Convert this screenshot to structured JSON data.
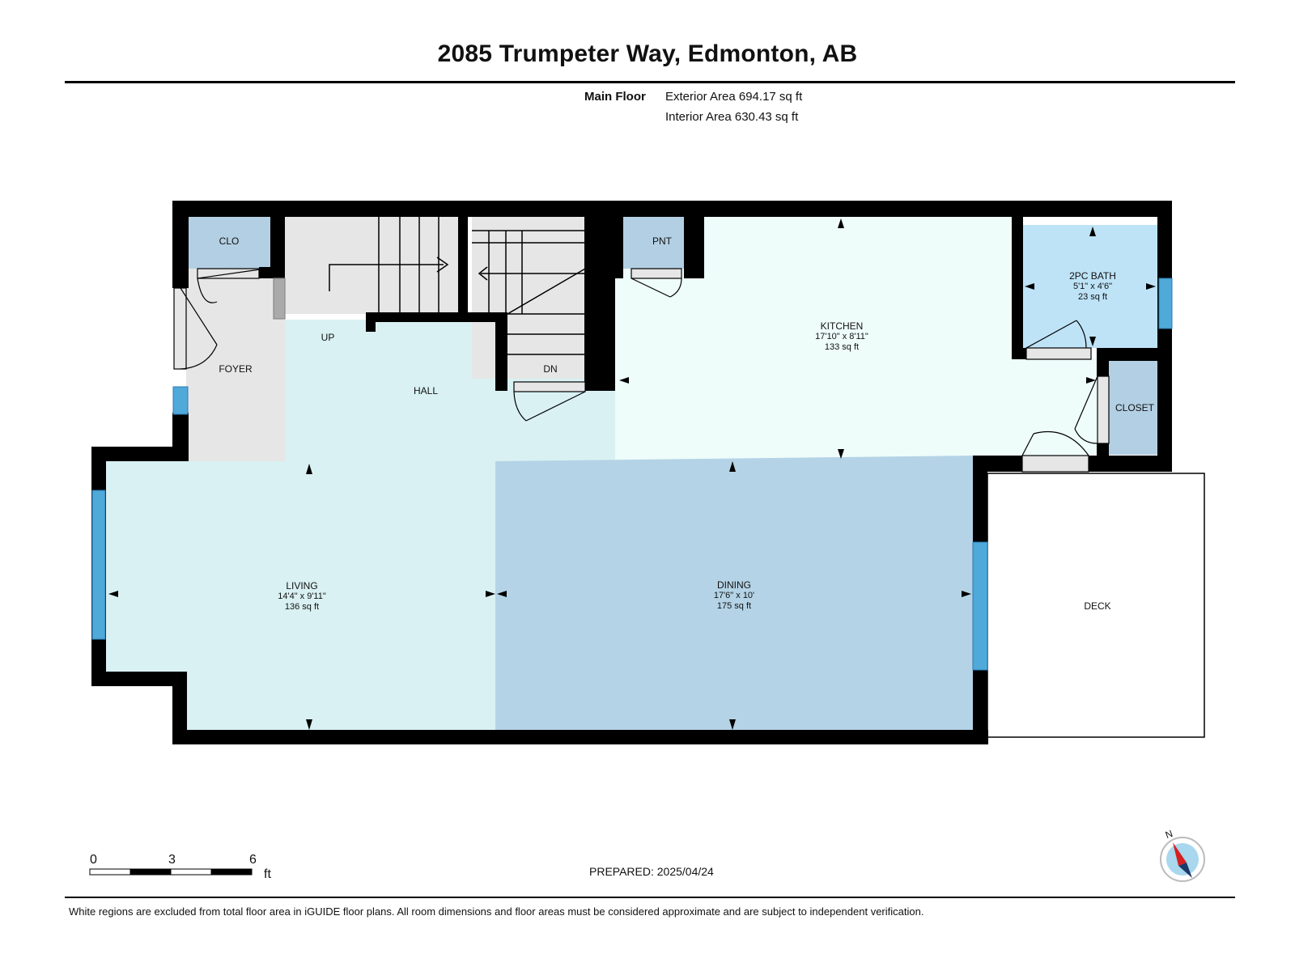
{
  "header": {
    "title": "2085 Trumpeter Way, Edmonton, AB",
    "floor_name": "Main Floor",
    "exterior_area": "Exterior Area 694.17 sq ft",
    "interior_area": "Interior Area 630.43 sq ft"
  },
  "rooms": {
    "clo": {
      "name": "CLO"
    },
    "pnt": {
      "name": "PNT"
    },
    "foyer": {
      "name": "FOYER"
    },
    "hall": {
      "name": "HALL"
    },
    "up": {
      "name": "UP"
    },
    "dn": {
      "name": "DN"
    },
    "kitchen": {
      "name": "KITCHEN",
      "dims": "17'10\" x 8'11\"",
      "area": "133 sq ft"
    },
    "bath": {
      "name": "2PC BATH",
      "dims": "5'1\" x 4'6\"",
      "area": "23 sq ft"
    },
    "closet": {
      "name": "CLOSET"
    },
    "living": {
      "name": "LIVING",
      "dims": "14'4\" x 9'11\"",
      "area": "136 sq ft"
    },
    "dining": {
      "name": "DINING",
      "dims": "17'6\" x 10'",
      "area": "175 sq ft"
    },
    "deck": {
      "name": "DECK"
    }
  },
  "scale_bar": {
    "ticks": [
      "0",
      "3",
      "6"
    ],
    "unit": "ft"
  },
  "compass": {
    "label": "N"
  },
  "footer": {
    "prepared_label": "PREPARED:",
    "prepared_date": "2025/04/24",
    "disclaimer": "White regions are excluded from total floor area in iGUIDE floor plans. All room dimensions and floor areas must be considered approximate and are subject to independent verification."
  },
  "colors": {
    "wall": "#000000",
    "hall_living": "#d9f1f3",
    "kitchen": "#eefcfa",
    "dining": "#b4d3e6",
    "bath": "#bee3f7",
    "closets": "#b3cfe3",
    "foyer_stairs": "#e6e6e6",
    "window": "#4fa9d9",
    "deck": "#ffffff"
  }
}
